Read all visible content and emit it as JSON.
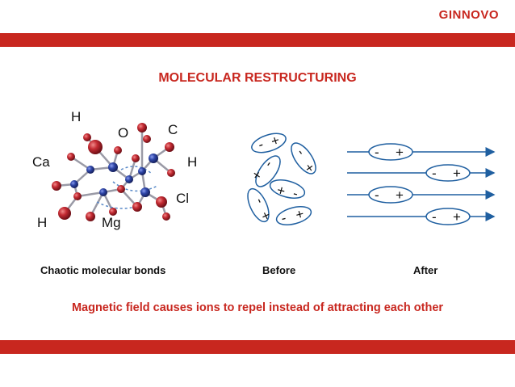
{
  "brand": "GINNOVO",
  "title": "MOLECULAR RESTRUCTURING",
  "atoms": {
    "h_top": "H",
    "o": "O",
    "c": "C",
    "ca": "Ca",
    "h_right": "H",
    "cl": "Cl",
    "h_bottom": "H",
    "mg": "Mg"
  },
  "ion_signs": {
    "minus": "-",
    "plus": "+"
  },
  "captions": {
    "chaotic": "Chaotic molecular bonds",
    "before": "Before",
    "after": "After"
  },
  "note": "Magnetic field causes ions to repel instead of attracting each other",
  "colors": {
    "accent": "#c8271f",
    "ion_outline": "#1f5fa0",
    "atom_red": "#b3202a",
    "atom_blue": "#2a3f9a"
  }
}
